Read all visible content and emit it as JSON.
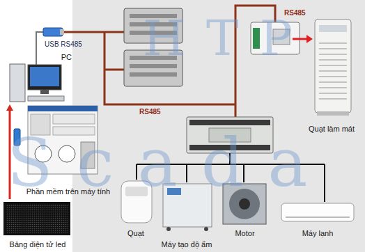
{
  "diagram": {
    "nodes": [
      {
        "text": [
          "PC"
        ]
      },
      {
        "text": [
          "Phần mềm trên máy tính"
        ]
      },
      {
        "text": [
          "Quạt làm mát"
        ]
      },
      {
        "text": [
          "Quạt"
        ]
      },
      {
        "text": [
          "Máy tạo độ ẩm"
        ]
      },
      {
        "text": [
          "Motor"
        ]
      },
      {
        "text": [
          "Máy lạnh"
        ]
      },
      {
        "text": [
          "Bảng điện tử led"
        ]
      }
    ],
    "edges": [
      {
        "from": 7,
        "to": 0,
        "arrow": "to"
      }
    ],
    "labels": [
      "HTP",
      "Scada",
      "USB RS485",
      "RS485",
      "RS485"
    ]
  }
}
